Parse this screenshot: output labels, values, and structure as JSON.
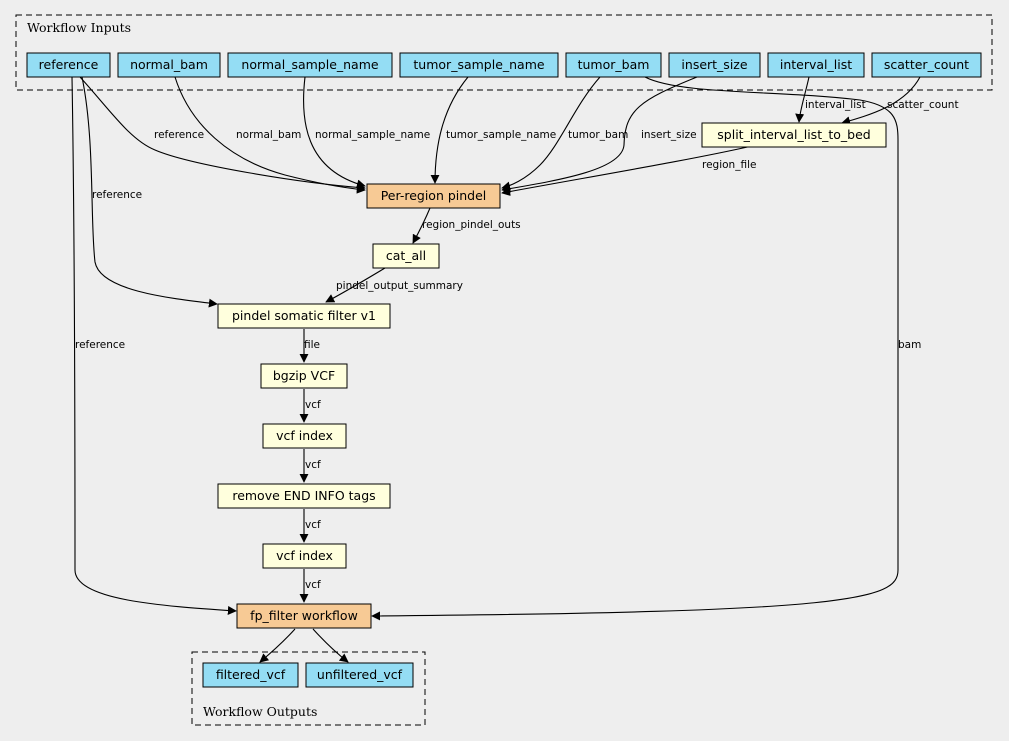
{
  "colors": {
    "input_fill": "#94ddf4",
    "step_fill": "#ffffdd",
    "workflow_fill": "#f7ca95",
    "background": "#eeeeee",
    "stroke": "#000000"
  },
  "clusters": {
    "inputs_title": "Workflow Inputs",
    "outputs_title": "Workflow Outputs"
  },
  "nodes": {
    "reference": "reference",
    "normal_bam": "normal_bam",
    "normal_sample_name": "normal_sample_name",
    "tumor_sample_name": "tumor_sample_name",
    "tumor_bam": "tumor_bam",
    "insert_size": "insert_size",
    "interval_list": "interval_list",
    "scatter_count": "scatter_count",
    "split": "split_interval_list_to_bed",
    "per_region_pindel": "Per-region pindel",
    "cat_all": "cat_all",
    "somatic_filter": "pindel somatic filter v1",
    "bgzip": "bgzip VCF",
    "vcf_index_1": "vcf index",
    "remove_end": "remove END INFO tags",
    "vcf_index_2": "vcf index",
    "fp_filter": "fp_filter workflow",
    "filtered_vcf": "filtered_vcf",
    "unfiltered_vcf": "unfiltered_vcf"
  },
  "edge_labels": {
    "ref_to_pindel": "reference",
    "normal_bam": "normal_bam",
    "normal_sample_name": "normal_sample_name",
    "tumor_sample_name": "tumor_sample_name",
    "tumor_bam": "tumor_bam",
    "insert_size": "insert_size",
    "interval_list": "interval_list",
    "scatter_count": "scatter_count",
    "region_file": "region_file",
    "ref_to_filter": "reference",
    "region_pindel_outs": "region_pindel_outs",
    "pindel_output_summary": "pindel_output_summary",
    "file": "file",
    "vcf_1": "vcf",
    "vcf_2": "vcf",
    "vcf_3": "vcf",
    "vcf_4": "vcf",
    "ref_to_fp": "reference",
    "bam": "bam"
  }
}
